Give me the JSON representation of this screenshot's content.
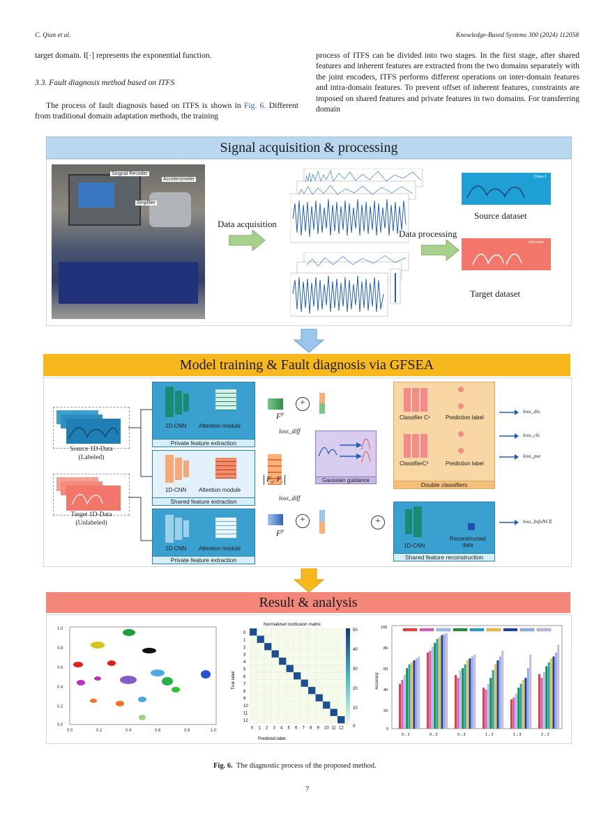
{
  "header": {
    "left": "C. Qian et al.",
    "right": "Knowledge-Based Systems 300 (2024) 112058"
  },
  "left_col": {
    "line1": "target domain. I[·] represents the exponential function.",
    "section_title": "3.3.  Fault diagnosis method based on ITFS",
    "para_a": "The process of fault diagnosis based on ITFS is shown in ",
    "para_link": "Fig. 6.",
    "para_b": "Different from traditional domain adaptation methods, the training"
  },
  "right_col": {
    "text": "process of ITFS can be divided into two stages. In the first stage, after shared features and inherent features are extracted from the two domains separately with the joint encoders, ITFS performs different operations on inter-domain features and intra-domain features. To prevent offset of inherent features, constraints are imposed on shared features and private features in two domains. For transferring domain"
  },
  "figure": {
    "band1": "Signal acquisition & processing",
    "band2": "Model training & Fault diagnosis via GFSEA",
    "band3": "Result & analysis",
    "photo_labels": [
      "Singnal Recoder",
      "Accelerometer",
      "Amplifier"
    ],
    "data_acquisition": "Data acquisition",
    "data_processing": "Data processing",
    "source_dataset": "Source dataset",
    "target_dataset": "Target dataset",
    "class_label": "Class-1",
    "unknown_label": "Unknown",
    "source_data": "Source 1D-Data",
    "source_data_sub": "(Labeled)",
    "target_data": "Target 1D-Data",
    "target_data_sub": "(Unlabeled)",
    "cnn": "1D-CNN",
    "attention": "Attention module",
    "private_extraction": "Private feature extraction",
    "shared_extraction": "Shared feature extraction",
    "gaussian": "Gaussian guidance",
    "classifier1": "Classifier C¹",
    "classifier2": "ClassifierC²",
    "prediction_label": "Prediction label",
    "double_classifiers": "Double classifiers",
    "reconstructed": "Reconstructed",
    "reconstructed_sub": "data",
    "shared_reconstruction": "Shared feature reconstruction",
    "loss_diff": "loss_diff",
    "loss_dis": "loss_dis",
    "loss_cls": "loss_cls",
    "loss_pse": "loss_pse",
    "loss_infonce": "loss_InfoNCE",
    "cm_title": "Normalized confusion matrix",
    "cm_xlabel": "Predicted label",
    "cm_ylabel": "True label",
    "cm_ticks": [
      "0",
      "1",
      "2",
      "3",
      "4",
      "5",
      "6",
      "7",
      "8",
      "9",
      "10",
      "11",
      "12"
    ],
    "cm_colorbar": [
      "50",
      "40",
      "30",
      "20",
      "10",
      "0"
    ],
    "acc_ylabel": "Accuracy",
    "acc_groups": [
      "0→1",
      "0→2",
      "0→3",
      "1→2",
      "1→3",
      "2→3"
    ],
    "acc_yticks": [
      "100",
      "80",
      "60",
      "40",
      "20",
      "0"
    ],
    "scatter_xticks": [
      "0.0",
      "0.2",
      "0.4",
      "0.6",
      "0.8",
      "1.0"
    ],
    "scatter_yticks": [
      "1.0",
      "0.8",
      "0.6",
      "0.4",
      "0.2",
      "0.0"
    ]
  },
  "caption_label": "Fig. 6.",
  "caption_text": "The diagnostic process of the proposed method.",
  "page_number": "7"
}
